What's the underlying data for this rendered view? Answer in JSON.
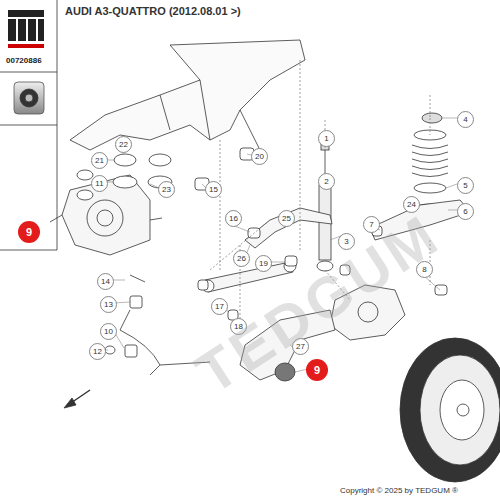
{
  "diagram": {
    "labels": [
      "AUDI A3-QUATTRO (2012.08.01 >)",
      "00720886",
      "9",
      "22",
      "21",
      "11",
      "23",
      "15",
      "20",
      "1",
      "2",
      "4",
      "5",
      "6",
      "24",
      "7",
      "3",
      "16",
      "25",
      "26",
      "19",
      "8",
      "14",
      "13",
      "17",
      "18",
      "10",
      "12",
      "27",
      "9",
      "TEDGUM",
      "Copyright © 2025 by TEDGUM ®"
    ]
  }
}
